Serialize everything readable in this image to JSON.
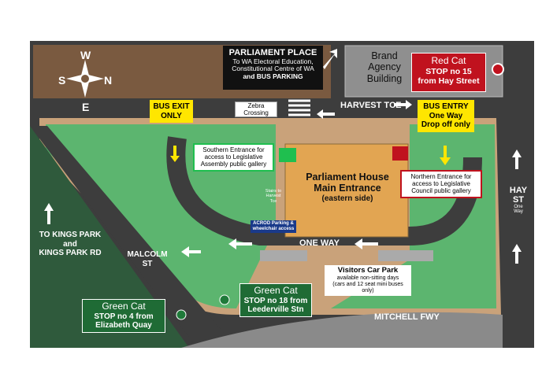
{
  "compass": {
    "n": "N",
    "s": "S",
    "e": "E",
    "w": "W"
  },
  "parliament_place": {
    "title": "PARLIAMENT PLACE",
    "line1": "To WA Electoral Education,",
    "line2": "Constitutional Centre of WA",
    "line3": "and BUS PARKING"
  },
  "brand_agency": "Brand Agency Building",
  "red_cat": {
    "line1": "Red Cat",
    "line2": "STOP no 15",
    "line3": "from Hay Street",
    "color": "#c0121e"
  },
  "zebra": "Zebra Crossing",
  "harvest_tce": "HARVEST TCE",
  "bus_exit": {
    "line1": "BUS EXIT",
    "line2": "ONLY"
  },
  "bus_entry": {
    "line1": "BUS ENTRY",
    "line2": "One Way",
    "line3": "Drop off only"
  },
  "southern_entrance": "Southern Entrance for access to Legislative Assembly public gallery",
  "northern_entrance": "Northern Entrance for access to Legislative Council public gallery",
  "parliament_house": {
    "line1": "Parliament House",
    "line2": "Main Entrance",
    "line3": "(eastern side)"
  },
  "stairs": "Stairs to Harvest Tce",
  "acrod": "ACROD Parking & wheelchair access",
  "one_way": "ONE WAY",
  "hay_st": {
    "name": "HAY ST",
    "sub": "One Way"
  },
  "kings_park": {
    "line1": "TO KINGS PARK",
    "line2": "and",
    "line3": "KINGS PARK RD"
  },
  "malcolm_st": {
    "line1": "MALCOLM",
    "line2": "ST"
  },
  "visitors_car_park": {
    "title": "Visitors Car Park",
    "line1": "available non-sitting days",
    "line2": "(cars and 12 seat mini buses only)"
  },
  "green_cat_18": {
    "line1": "Green Cat",
    "line2": "STOP no 18 from",
    "line3": "Leederville Stn"
  },
  "green_cat_4": {
    "line1": "Green Cat",
    "line2": "STOP no 4 from",
    "line3": "Elizabeth Quay"
  },
  "mitchell_fwy": "MITCHELL FWY",
  "colors": {
    "road": "#3d3d3d",
    "green": "#5cb56f",
    "dark_green": "#2f5a3c",
    "building": "#e2a552",
    "yellow": "#ffe600"
  }
}
